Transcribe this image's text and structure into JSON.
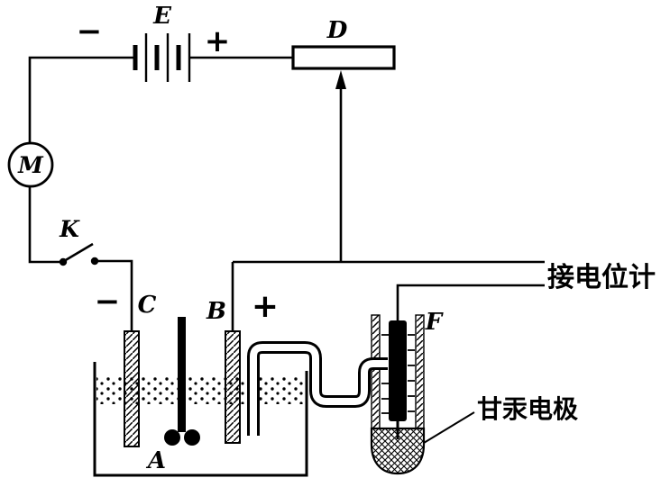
{
  "diagram": {
    "type": "electrochemistry-potentiometer-circuit",
    "labels": {
      "minus_top": "−",
      "battery": "E",
      "plus_top": "+",
      "rheostat": "D",
      "meter": "M",
      "switch": "K",
      "minus_c": "−",
      "cathode": "C",
      "anode": "B",
      "plus_b": "+",
      "beaker": "A",
      "tube": "F",
      "to_potentiometer": "接电位计",
      "calomel": "甘汞电极"
    },
    "colors": {
      "ink": "#000000",
      "background": "#ffffff"
    }
  }
}
